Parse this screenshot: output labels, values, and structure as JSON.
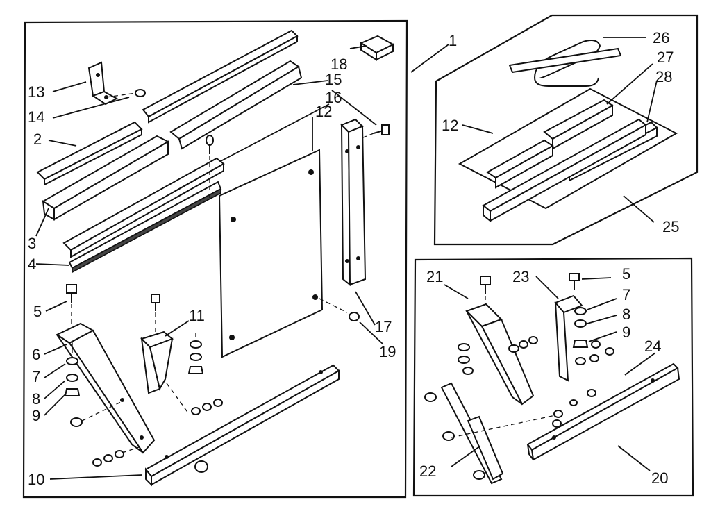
{
  "diagram": {
    "callouts": {
      "c1": "1",
      "c2": "2",
      "c3": "3",
      "c4": "4",
      "c5a": "5",
      "c5b": "5",
      "c6": "6",
      "c7a": "7",
      "c7b": "7",
      "c8a": "8",
      "c8b": "8",
      "c9a": "9",
      "c9b": "9",
      "c10": "10",
      "c11": "11",
      "c12a": "12",
      "c12b": "12",
      "c13": "13",
      "c14": "14",
      "c15": "15",
      "c16": "16",
      "c17": "17",
      "c18": "18",
      "c19": "19",
      "c20": "20",
      "c21": "21",
      "c22": "22",
      "c23": "23",
      "c24": "24",
      "c25": "25",
      "c26": "26",
      "c27": "27",
      "c28": "28"
    }
  }
}
